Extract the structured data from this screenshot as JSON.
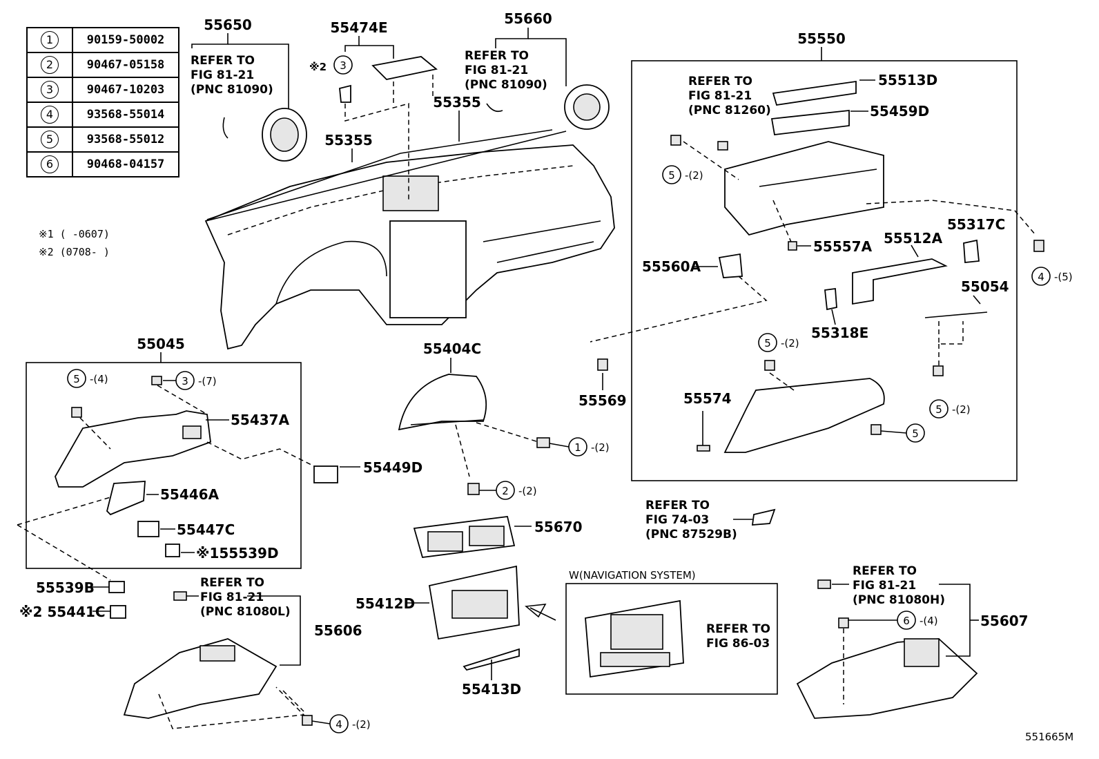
{
  "legend": [
    {
      "num": "1",
      "code": "90159-50002"
    },
    {
      "num": "2",
      "code": "90467-05158"
    },
    {
      "num": "3",
      "code": "90467-10203"
    },
    {
      "num": "4",
      "code": "93568-55014"
    },
    {
      "num": "5",
      "code": "93568-55012"
    },
    {
      "num": "6",
      "code": "90468-04157"
    }
  ],
  "notes": {
    "n1": "※1 (     -0607)",
    "n2": "※2 (0708-     )"
  },
  "labels": {
    "p55650": "55650",
    "p55474E": "55474E",
    "p55660": "55660",
    "p55550": "55550",
    "p55355a": "55355",
    "p55355b": "55355",
    "p55513D": "55513D",
    "p55459D": "55459D",
    "p55557A": "55557A",
    "p55317C": "55317C",
    "p55512A": "55512A",
    "p55560A": "55560A",
    "p55054": "55054",
    "p55318E": "55318E",
    "p55569": "55569",
    "p55574": "55574",
    "p55045": "55045",
    "p55404C": "55404C",
    "p55437A": "55437A",
    "p55449D": "55449D",
    "p55446A": "55446A",
    "p55447C": "55447C",
    "p55539D": "※155539D",
    "p55539B": "55539B",
    "p55441C": "※2 55441C",
    "p55606": "55606",
    "p55670": "55670",
    "p55412D": "55412D",
    "p55413D": "55413D",
    "p55607": "55607",
    "star2": "※2",
    "diagram_id": "551665M"
  },
  "refs": {
    "r1": [
      "REFER TO",
      "FIG 81-21",
      "(PNC 81090)"
    ],
    "r2": [
      "REFER TO",
      "FIG 81-21",
      "(PNC 81090)"
    ],
    "r3": [
      "REFER TO",
      "FIG 81-21",
      "(PNC 81260)"
    ],
    "r4": [
      "REFER TO",
      "FIG 74-03",
      "(PNC 87529B)"
    ],
    "r5": [
      "REFER TO",
      "FIG 81-21",
      "(PNC 81080L)"
    ],
    "r6": [
      "REFER TO",
      "FIG 81-21",
      "(PNC 81080H)"
    ],
    "r7": [
      "REFER TO",
      "FIG 86-03"
    ]
  },
  "nav_title": "W(NAVIGATION SYSTEM)",
  "callouts": {
    "c_3a": {
      "num": "3",
      "qty": ""
    },
    "c_5a": {
      "num": "5",
      "qty": "-(2)"
    },
    "c_4a": {
      "num": "4",
      "qty": "-(5)"
    },
    "c_5b": {
      "num": "5",
      "qty": "-(2)"
    },
    "c_5c": {
      "num": "5",
      "qty": "-(2)"
    },
    "c_5d": {
      "num": "5",
      "qty": ""
    },
    "c_5e": {
      "num": "5",
      "qty": "-(4)"
    },
    "c_3b": {
      "num": "3",
      "qty": "-(7)"
    },
    "c_1a": {
      "num": "1",
      "qty": "-(2)"
    },
    "c_2a": {
      "num": "2",
      "qty": "-(2)"
    },
    "c_6a": {
      "num": "6",
      "qty": "-(4)"
    },
    "c_4b": {
      "num": "4",
      "qty": "-(2)"
    }
  }
}
